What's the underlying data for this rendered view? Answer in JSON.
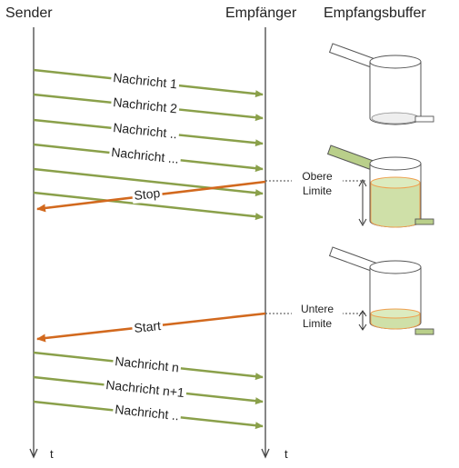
{
  "headers": {
    "sender": "Sender",
    "receiver": "Empfänger",
    "buffer": "Empfangsbuffer"
  },
  "time_label": "t",
  "messages_top": [
    "Nachricht 1",
    "Nachricht 2",
    "Nachricht ..",
    "Nachricht ..."
  ],
  "stop_label": "Stop",
  "start_label": "Start",
  "messages_bottom": [
    "Nachricht n",
    "Nachricht n+1",
    "Nachricht .."
  ],
  "upper_limit": "Obere\nLimite",
  "lower_limit": "Untere\nLimite",
  "colors": {
    "message": "#8aa04a",
    "control": "#d2691e",
    "fluid": "#cfe0a8",
    "fluid_edge": "#f0a050",
    "pipe_green": "#b9cf8a"
  }
}
